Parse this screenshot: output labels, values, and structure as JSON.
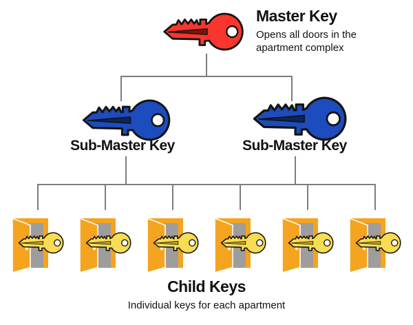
{
  "master": {
    "title": "Master Key",
    "description": "Opens all doors in the apartment complex"
  },
  "sub_masters": [
    {
      "label": "Sub-Master Key"
    },
    {
      "label": "Sub-Master Key"
    }
  ],
  "children": {
    "count": 6,
    "title": "Child Keys",
    "subtitle": "Individual keys for each apartment"
  },
  "colors": {
    "master_key": "#f8362d",
    "master_key_slot": "#7e120d",
    "sub_master_key": "#1c4cbd",
    "sub_master_key_slot": "#0e2460",
    "child_key": "#f8dc52",
    "child_key_slot": "#bfa02c",
    "door": "#f5a41f",
    "doorway": "#9e9d9b",
    "connector": "#7d7d7d",
    "key_outline": "#141414",
    "text": "#111111"
  }
}
